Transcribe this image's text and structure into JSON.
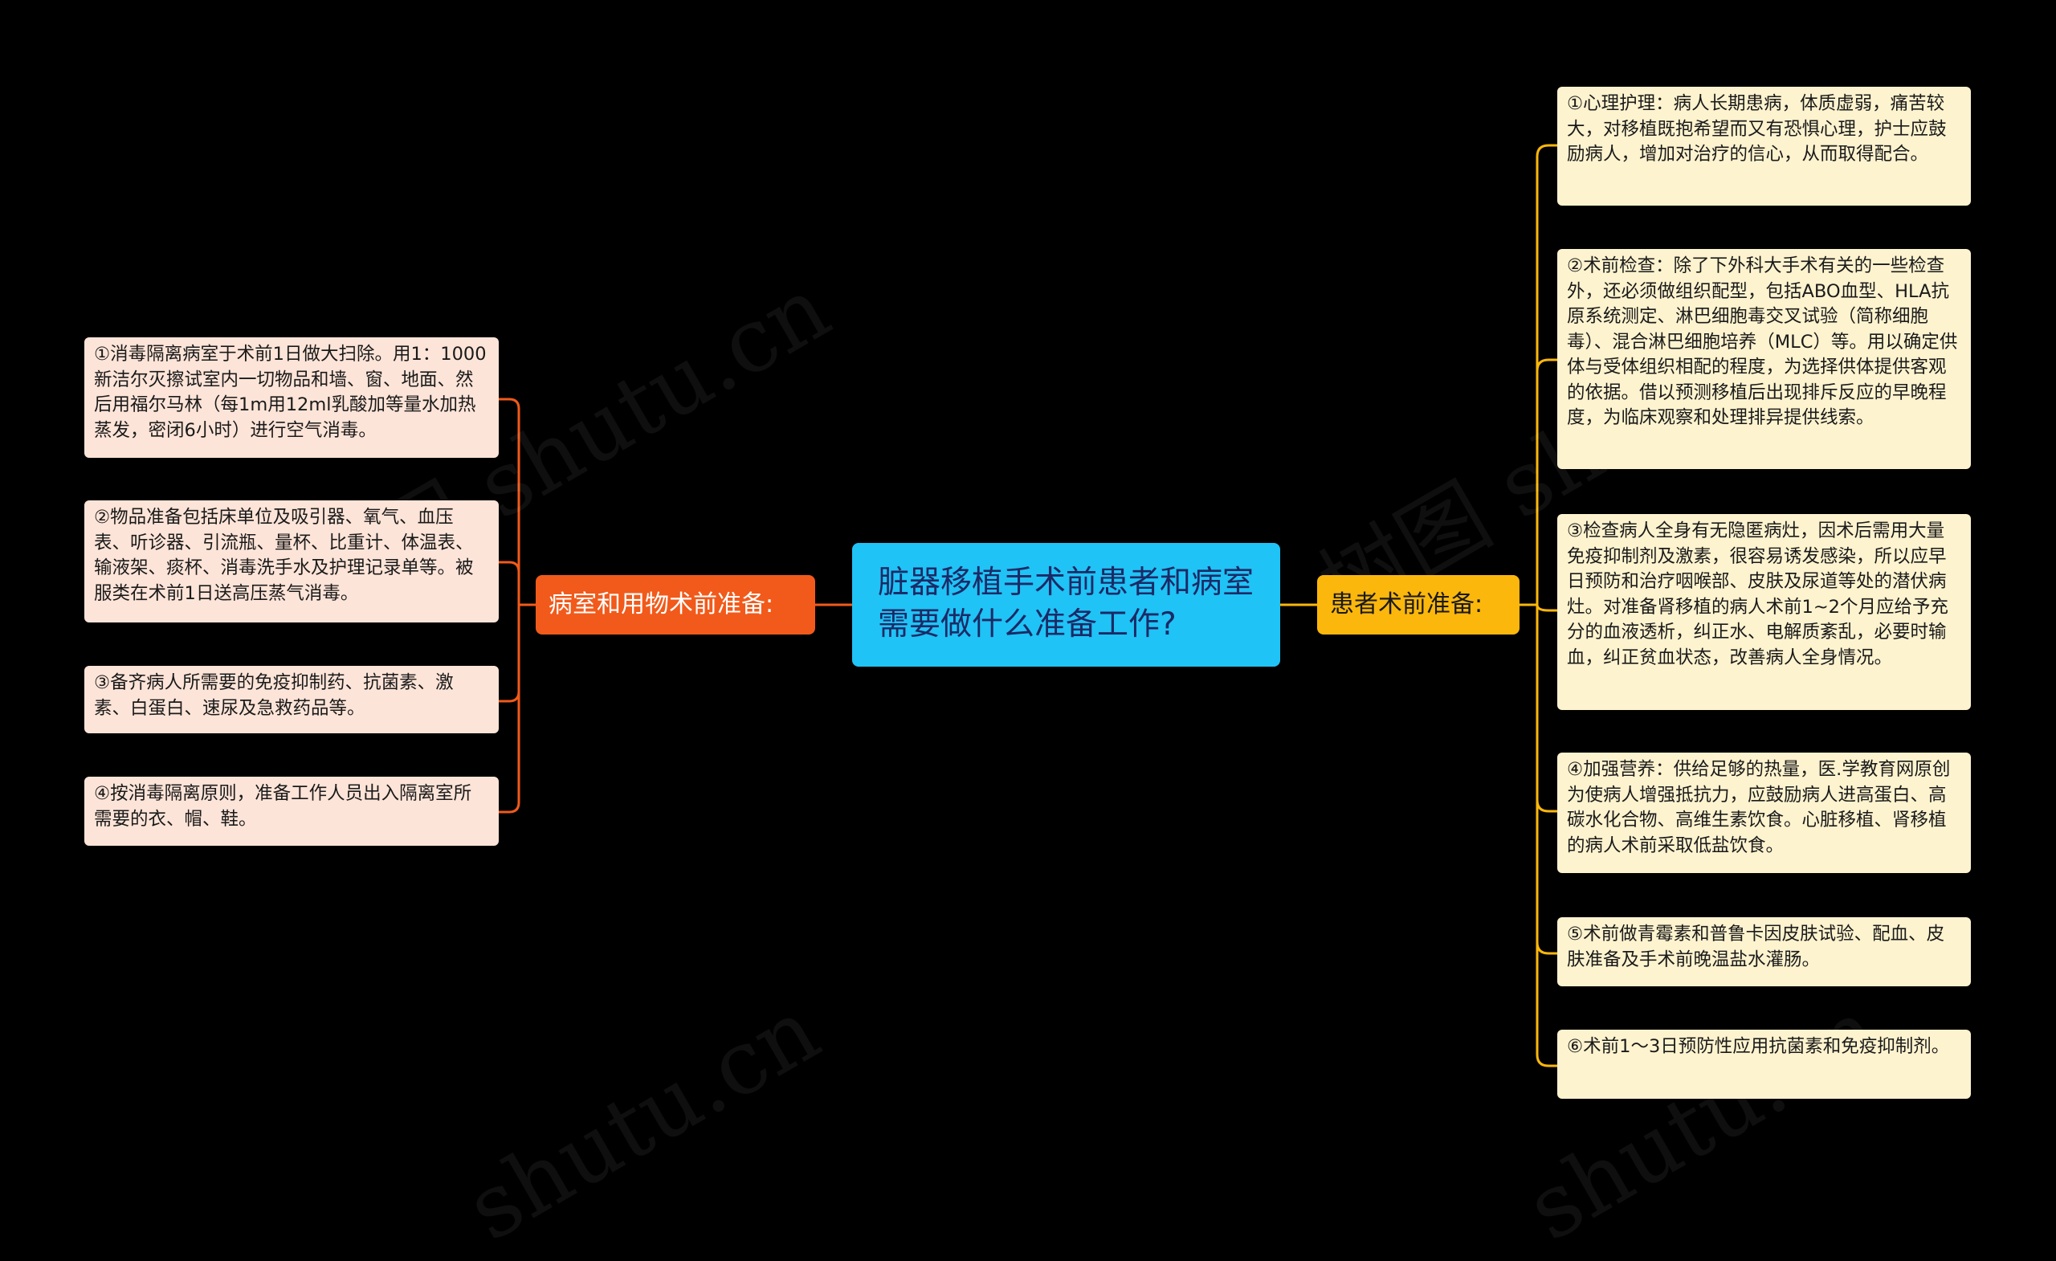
{
  "root": {
    "title": "脏器移植手术前患者和病室需要做什么准备工作?"
  },
  "left_branch": {
    "label": "病室和用物术前准备:",
    "items": [
      "①消毒隔离病室于术前1日做大扫除。用1：1000新洁尔灭擦试室内一切物品和墙、窗、地面、然后用福尔马林（每1m用12ml乳酸加等量水加热蒸发，密闭6小时）进行空气消毒。",
      "②物品准备包括床单位及吸引器、氧气、血压表、听诊器、引流瓶、量杯、比重计、体温表、输液架、痰杯、消毒洗手水及护理记录单等。被服类在术前1日送高压蒸气消毒。",
      "③备齐病人所需要的免疫抑制药、抗菌素、激素、白蛋白、速尿及急救药品等。",
      "④按消毒隔离原则，准备工作人员出入隔离室所需要的衣、帽、鞋。"
    ]
  },
  "right_branch": {
    "label": "患者术前准备:",
    "items": [
      "①心理护理：病人长期患病，体质虚弱，痛苦较大，对移植既抱希望而又有恐惧心理，护士应鼓励病人，增加对治疗的信心，从而取得配合。",
      "②术前检查：除了下外科大手术有关的一些检查外，还必须做组织配型，包括ABO血型、HLA抗原系统测定、淋巴细胞毒交叉试验（简称细胞毒）、混合淋巴细胞培养（MLC）等。用以确定供体与受体组织相配的程度，为选择供体提供客观的依据。借以预测移植后出现排斥反应的早晚程度，为临床观察和处理排异提供线索。",
      "③检查病人全身有无隐匿病灶，因术后需用大量免疫抑制剂及激素，很容易诱发感染，所以应早日预防和治疗咽喉部、皮肤及尿道等处的潜伏病灶。对准备肾移植的病人术前1~2个月应给予充分的血液透析，纠正水、电解质紊乱，必要时输血，纠正贫血状态，改善病人全身情况。",
      "④加强营养：供给足够的热量，医.学教育网原创为使病人增强抵抗力，应鼓励病人进高蛋白、高碳水化合物、高维生素饮食。心脏移植、肾移植的病人术前采取低盐饮食。",
      "⑤术前做青霉素和普鲁卡因皮肤试验、配血、皮肤准备及手术前晚温盐水灌肠。",
      "⑥术前1～3日预防性应用抗菌素和免疫抑制剂。"
    ]
  },
  "watermark": {
    "text_a": "树图 shutu.cn",
    "text_b": "shutu.cn"
  },
  "colors": {
    "background": "#000000",
    "root": "#20c3f6",
    "left_branch": "#f15a1a",
    "right_branch": "#fbb70c",
    "left_leaf": "#fde4d8",
    "right_leaf": "#fdf3cf"
  }
}
